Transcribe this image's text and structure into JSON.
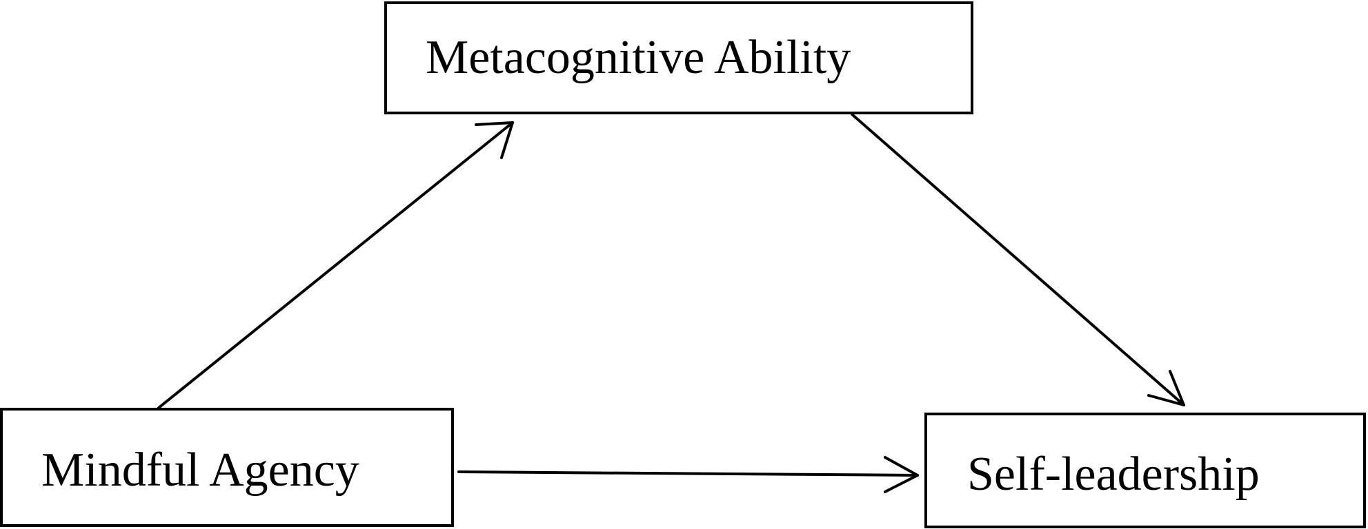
{
  "diagram": {
    "nodes": {
      "metacognitive_ability": {
        "label": "Metacognitive Ability"
      },
      "mindful_agency": {
        "label": "Mindful Agency"
      },
      "self_leadership": {
        "label": "Self-leadership"
      }
    },
    "edges": [
      {
        "from": "Mindful Agency",
        "to": "Metacognitive Ability"
      },
      {
        "from": "Metacognitive Ability",
        "to": "Self-leadership"
      },
      {
        "from": "Mindful Agency",
        "to": "Self-leadership"
      }
    ],
    "colors": {
      "stroke": "#000000",
      "background": "#ffffff"
    }
  }
}
